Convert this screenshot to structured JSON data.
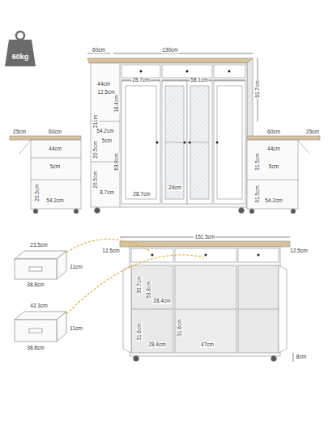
{
  "diagram": {
    "labels": [
      "60kg",
      "60cm",
      "130cm",
      "44cm",
      "12.5cm",
      "16.4cm",
      "28.7cm",
      "58.1cm",
      "21cm",
      "54.2cm",
      "5cm",
      "20.5cm",
      "63.8cm",
      "20.5cm",
      "8.7cm",
      "28.7cm",
      "24cm",
      "91.7cm",
      "25cm",
      "60cm",
      "44cm",
      "5cm",
      "20.5cm",
      "54.2cm",
      "60cm",
      "25cm",
      "44cm",
      "31.5cm",
      "5cm",
      "31.5cm",
      "54.2cm",
      "151.5cm",
      "12.5cm",
      "12.5cm",
      "30.7cm",
      "53.8cm",
      "28.4cm",
      "31.6cm",
      "28.4cm",
      "31.6cm",
      "47cm",
      "8cm",
      "23.5cm",
      "11cm",
      "38.8cm",
      "42.3cm",
      "11cm",
      "38.8cm"
    ]
  }
}
